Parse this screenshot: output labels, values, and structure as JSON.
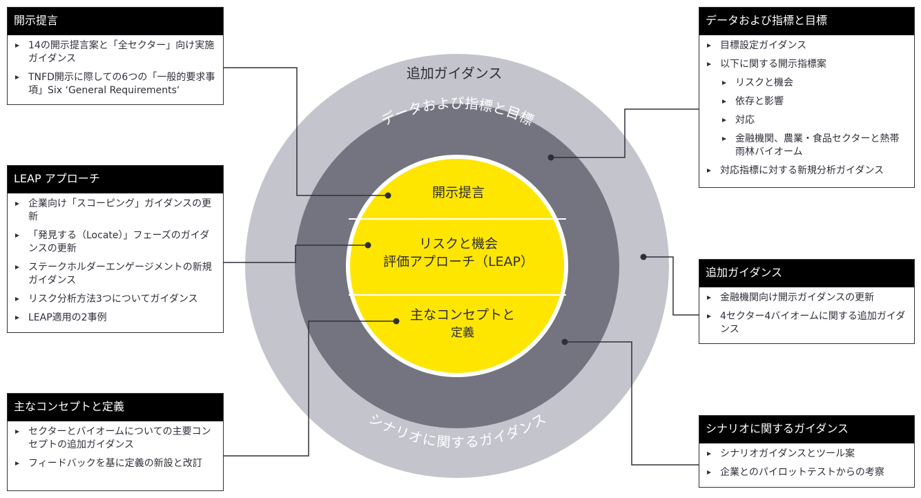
{
  "diagram": {
    "outer_ring_label": "追加ガイダンス",
    "middle_ring_top_label": "データおよび指標と目標",
    "middle_ring_bottom_label": "シナリオに関するガイダンス",
    "core": {
      "top": "開示提言",
      "middle_line1": "リスクと機会",
      "middle_line2": "評価アプローチ（LEAP）",
      "bottom_line1": "主なコンセプトと",
      "bottom_line2": "定義"
    },
    "colors": {
      "outer": "#c4c4cd",
      "middle": "#747480",
      "core": "#ffe600",
      "connector": "#2e2e38"
    }
  },
  "boxes": {
    "disclosure": {
      "title": "開示提言",
      "items": [
        "14の開示提言案と「全セクター」向け実施ガイダンス",
        "TNFD開示に際しての6つの「一般的要求事項」Six ‘General Requirements‘"
      ]
    },
    "leap": {
      "title": "LEAP アプローチ",
      "items": [
        "企業向け「スコーピング」ガイダンスの更新",
        "「発見する（Locate）」フェーズのガイダンスの更新",
        "ステークホルダーエンゲージメントの新規ガイダンス",
        "リスク分析方法3つについてガイダンス",
        "LEAP適用の2事例"
      ]
    },
    "concepts": {
      "title": "主なコンセプトと定義",
      "items": [
        "セクターとバイオームについての主要コンセプトの追加ガイダンス",
        "フィードバックを基に定義の新設と改訂"
      ]
    },
    "metrics": {
      "title": "データおよび指標と目標",
      "items": [
        "目標設定ガイダンス",
        "以下に関する開示指標案",
        "リスクと機会",
        "依存と影響",
        "対応",
        "金融機関、農業・食品セクターと熱帯雨林バイオーム",
        "対応指標に対する新規分析ガイダンス"
      ]
    },
    "additional": {
      "title": "追加ガイダンス",
      "items": [
        "金融機関向け開示ガイダンスの更新",
        "4セクター4バイオームに関する追加ガイダンス"
      ]
    },
    "scenario": {
      "title": "シナリオに関するガイダンス",
      "items": [
        "シナリオガイダンスとツール案",
        "企業とのパイロットテストからの考察"
      ]
    }
  }
}
